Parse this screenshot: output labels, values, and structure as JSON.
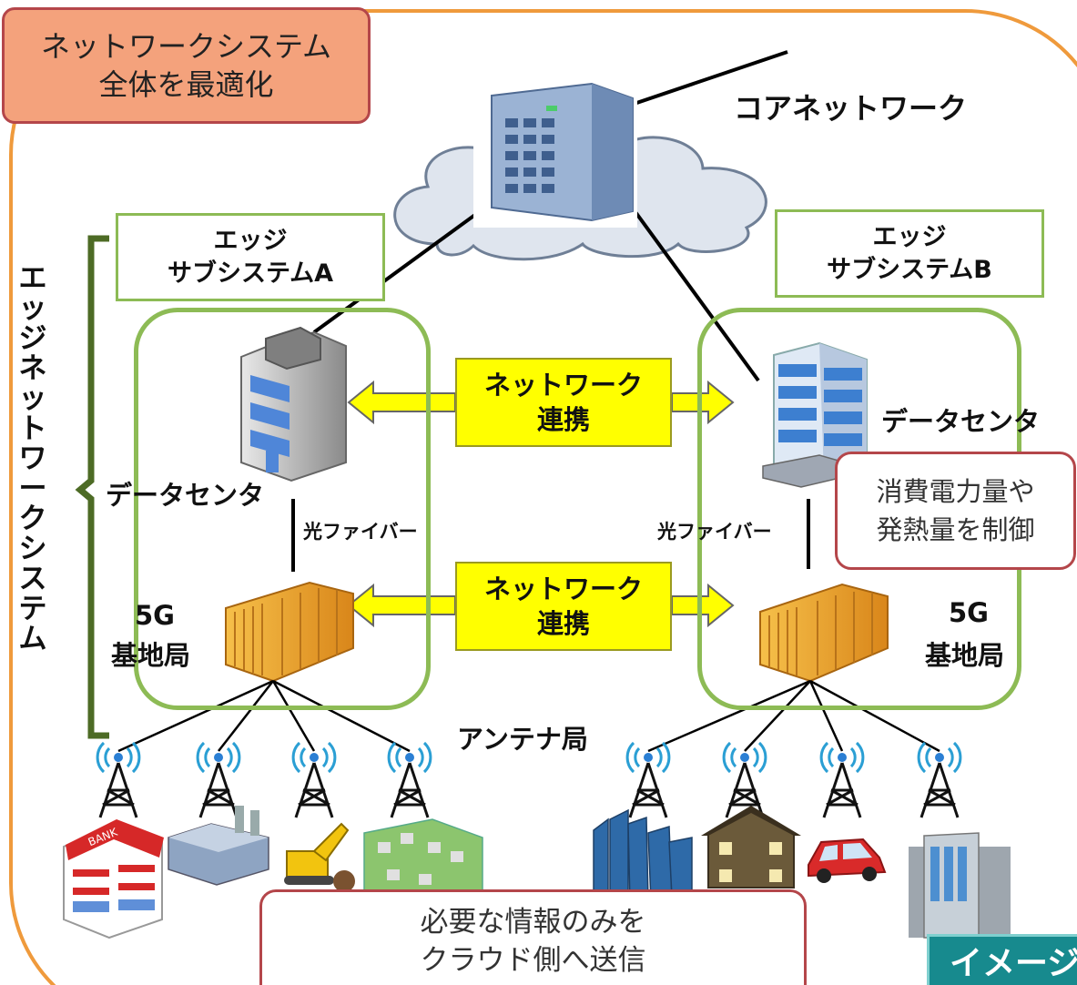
{
  "top_note": {
    "line1": "ネットワークシステム",
    "line2": "全体を最適化"
  },
  "core_network": "コアネットワーク",
  "edge_a": {
    "line1": "エッジ",
    "line2": "サブシステムA"
  },
  "edge_b": {
    "line1": "エッジ",
    "line2": "サブシステムB"
  },
  "edge_network_system": "エッジネットワークシステム",
  "link_top": {
    "line1": "ネットワーク",
    "line2": "連携"
  },
  "link_bottom": {
    "line1": "ネットワーク",
    "line2": "連携"
  },
  "dc_left": "データセンタ",
  "dc_right": "データセンタ",
  "fiber_left": "光ファイバー",
  "fiber_right": "光ファイバー",
  "bs_left": {
    "line1": "5G",
    "line2": "基地局"
  },
  "bs_right": {
    "line1": "5G",
    "line2": "基地局"
  },
  "antenna_station": "アンテナ局",
  "power_note": {
    "line1": "消費電力量や",
    "line2": "発熱量を制御"
  },
  "bottom_note": {
    "line1": "必要な情報のみを",
    "line2": "クラウド側へ送信"
  },
  "image_tag": "イメージ",
  "colors": {
    "frame": "#ef9a3c",
    "green": "#8dbb55",
    "yellow": "#ffff00",
    "red_border": "#b4464a",
    "orange_fill": "#f4a27c",
    "tag": "#178a8e"
  }
}
